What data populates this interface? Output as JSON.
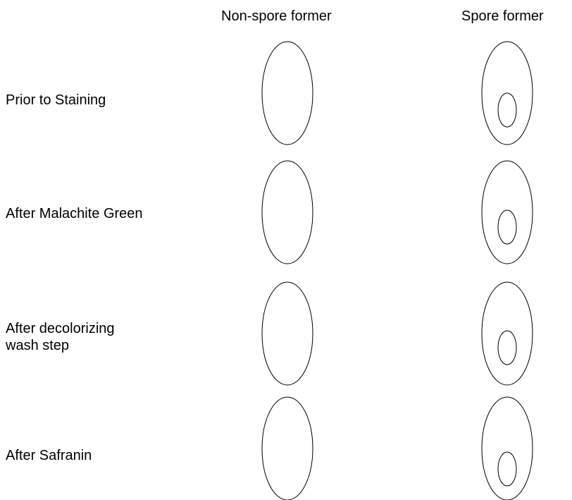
{
  "columns": {
    "non_spore_former": "Non-spore former",
    "spore_former": "Spore former"
  },
  "rows": [
    {
      "label": "Prior to Staining"
    },
    {
      "label": "After Malachite Green"
    },
    {
      "label": "After decolorizing\nwash step"
    },
    {
      "label": "After Safranin"
    }
  ],
  "colors": {
    "outline": "#000000",
    "background": "#ffffff"
  }
}
